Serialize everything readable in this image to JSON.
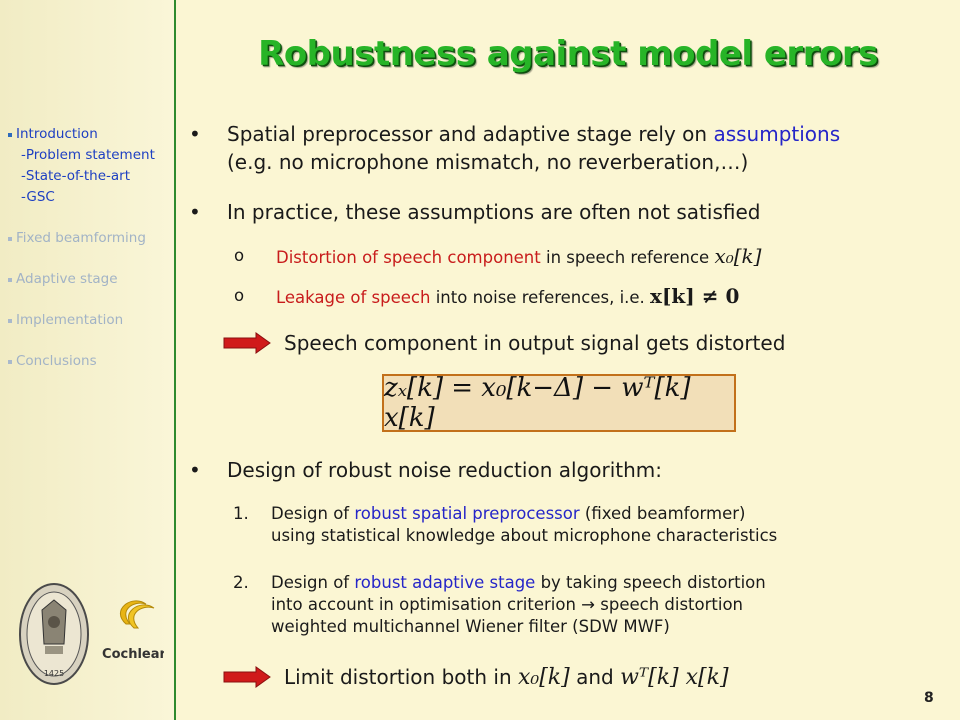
{
  "title": "Robustness against model errors",
  "page_number": "8",
  "sidebar": {
    "items": [
      {
        "label": "Introduction",
        "active": true
      },
      {
        "label": "-Problem statement",
        "sub": true
      },
      {
        "label": "-State-of-the-art",
        "sub": true
      },
      {
        "label": "-GSC",
        "sub": true
      },
      {
        "label": "Fixed beamforming",
        "active": false
      },
      {
        "label": "Adaptive stage",
        "active": false
      },
      {
        "label": "Implementation",
        "active": false
      },
      {
        "label": "Conclusions",
        "active": false
      }
    ],
    "logo_text": "Cochlear",
    "seal_year": "1425"
  },
  "bullets": {
    "b1": {
      "pre": "Spatial preprocessor and adaptive stage rely on ",
      "highlight": "assumptions",
      "line2": "(e.g. no microphone mismatch, no reverberation,…)"
    },
    "b2": {
      "text": "In practice, these assumptions are often not satisfied"
    },
    "o1": {
      "mark": "o",
      "highlight": "Distortion of speech component",
      "post": " in speech reference ",
      "math": "x₀[k]"
    },
    "o2": {
      "mark": "o",
      "highlight": "Leakage of speech",
      "post": " into noise references, i.e. ",
      "math": "x[k] ≠ 0"
    },
    "arrow1": "Speech component in output signal gets distorted",
    "formula": "zₓ[k] = x₀[k−Δ] − wᵀ[k] x[k]",
    "b3": {
      "text": "Design of robust noise reduction algorithm:"
    },
    "n1": {
      "num": "1.",
      "pre": "Design of ",
      "highlight": "robust spatial preprocessor",
      "post": " (fixed beamformer)",
      "line2": "using statistical knowledge about microphone characteristics"
    },
    "n2": {
      "num": "2.",
      "pre": "Design of ",
      "highlight": "robust adaptive stage",
      "post": " by taking speech distortion",
      "line2": "into account in optimisation criterion → speech distortion",
      "line3": "weighted multichannel Wiener filter (SDW MWF)"
    },
    "arrow2": {
      "pre": "Limit distortion both in ",
      "math1": "x₀[k]",
      "mid": " and ",
      "math2": "wᵀ[k] x[k]"
    }
  },
  "colors": {
    "title": "#27b427",
    "accent_blue": "#2525c8",
    "accent_red": "#c81c1c",
    "arrow": "#d01a1a",
    "box_border": "#c2701a",
    "box_fill": "#f2dfb8",
    "sidebar_rule": "#2e8a2e"
  }
}
